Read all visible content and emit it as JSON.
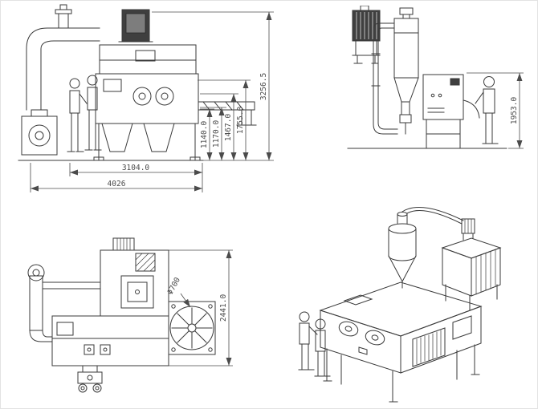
{
  "colors": {
    "paper": "#ffffff",
    "line": "#3a3a3a",
    "dim": "#4b4b4b",
    "dark": "#3f3f3f"
  },
  "views": {
    "front": {
      "dimensions": {
        "d1140": "1140.0",
        "d1170": "1170.0",
        "d1467": "1467.0",
        "d1755": "1755.0",
        "d3256": "3256.5",
        "d3104": "3104.0",
        "d4026": "4026"
      }
    },
    "side": {
      "dimensions": {
        "d1953": "1953.0"
      }
    },
    "plan": {
      "dimensions": {
        "d2441": "2441.0",
        "fan_diameter": "Φ700"
      }
    },
    "isometric": {
      "dimensions": {}
    }
  }
}
